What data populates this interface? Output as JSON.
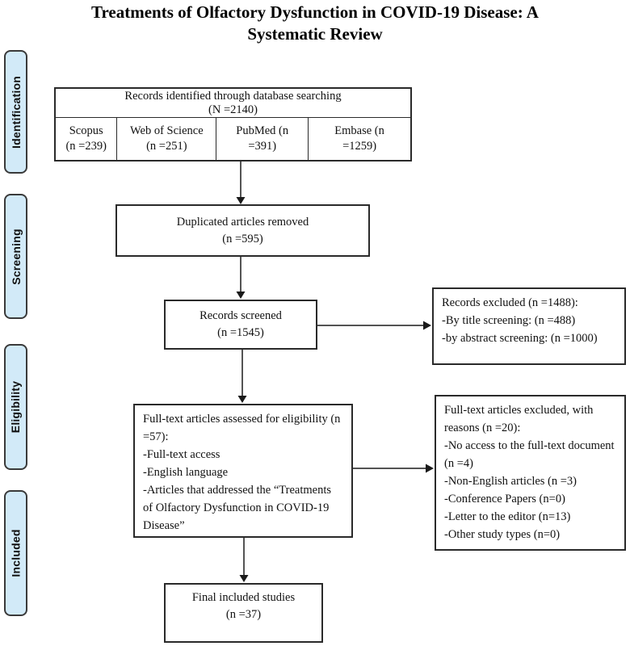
{
  "title": "Treatments of Olfactory Dysfunction in COVID-19 Disease: A Systematic Review",
  "colors": {
    "sidebar_fill": "#d2eaf8",
    "sidebar_border": "#3a3a3a",
    "box_border": "#2a2a2a",
    "arrow": "#1a1a1a"
  },
  "sidebar": {
    "items": [
      {
        "label": "Identification"
      },
      {
        "label": "Screening"
      },
      {
        "label": "Eligibility"
      },
      {
        "label": "Included"
      }
    ]
  },
  "boxes": {
    "identified": {
      "header_line1": "Records identified through database searching",
      "header_line2": "(N =2140)",
      "sources": [
        {
          "label": "Scopus (n =239)"
        },
        {
          "label": "Web of Science (n =251)"
        },
        {
          "label": "PubMed (n =391)"
        },
        {
          "label": "Embase (n =1259)"
        }
      ]
    },
    "duplicated": {
      "line1": "Duplicated articles removed",
      "line2": "(n =595)"
    },
    "screened": {
      "line1": "Records screened",
      "line2": "(n =1545)"
    },
    "records_excluded": {
      "lines": [
        "Records excluded (n =1488):",
        "-By title screening: (n =488)",
        "-by abstract screening: (n =1000)"
      ]
    },
    "fulltext_assessed": {
      "lines": [
        "Full-text articles assessed for eligibility (n =57):",
        "-Full-text access",
        "-English language",
        "-Articles that addressed the “Treatments of Olfactory Dysfunction in COVID-19 Disease”"
      ]
    },
    "fulltext_excluded": {
      "lines": [
        "Full-text articles excluded, with reasons (n =20):",
        "-No access to the full-text document (n =4)",
        "-Non-English articles (n =3)",
        "-Conference Papers (n=0)",
        "-Letter to the editor (n=13)",
        "-Other study types (n=0)"
      ]
    },
    "final_included": {
      "line1": "Final included studies",
      "line2": "(n =37)"
    }
  }
}
